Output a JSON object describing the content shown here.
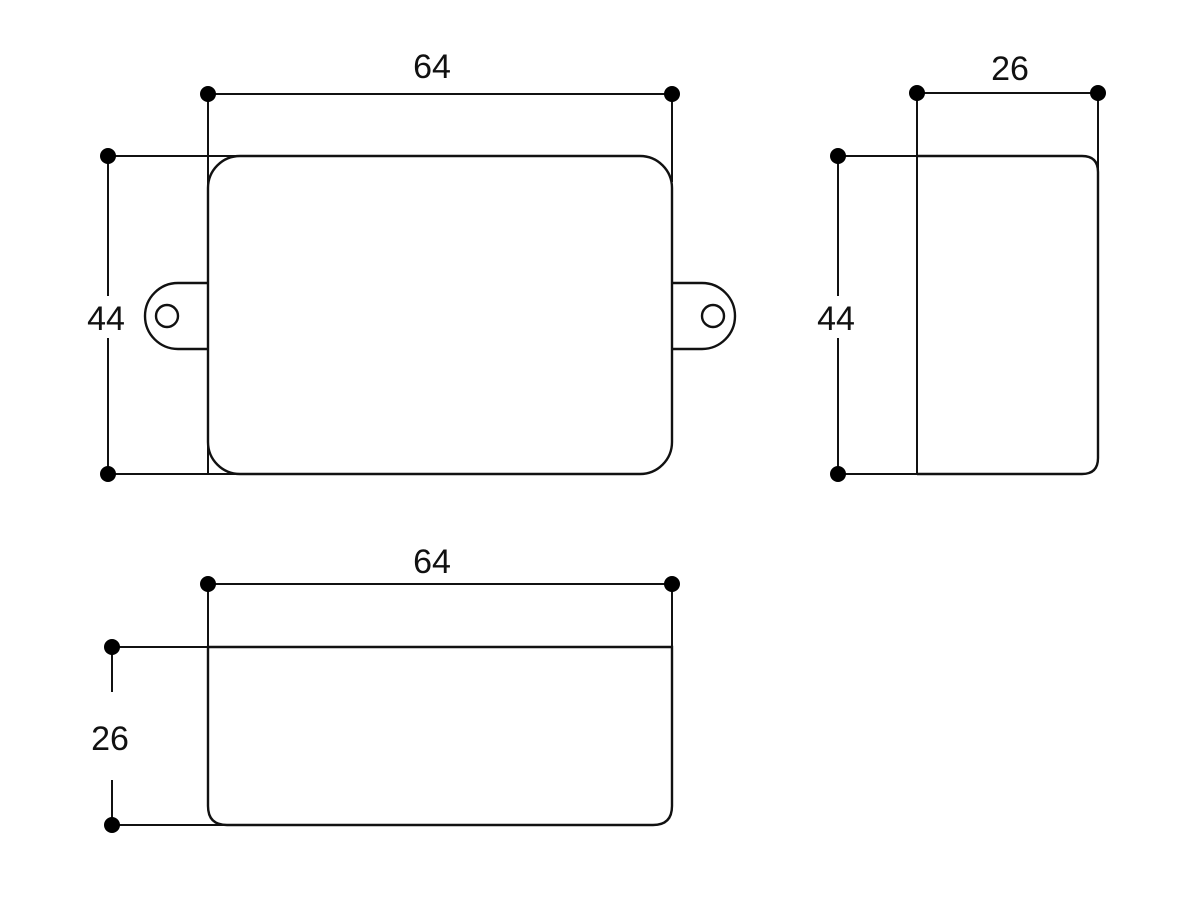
{
  "front_view": {
    "width_label": "64",
    "height_label": "44"
  },
  "side_view": {
    "width_label": "26",
    "height_label": "44"
  },
  "top_view": {
    "width_label": "64",
    "height_label": "26"
  },
  "colors": {
    "line": "#111111",
    "background": "#ffffff"
  }
}
